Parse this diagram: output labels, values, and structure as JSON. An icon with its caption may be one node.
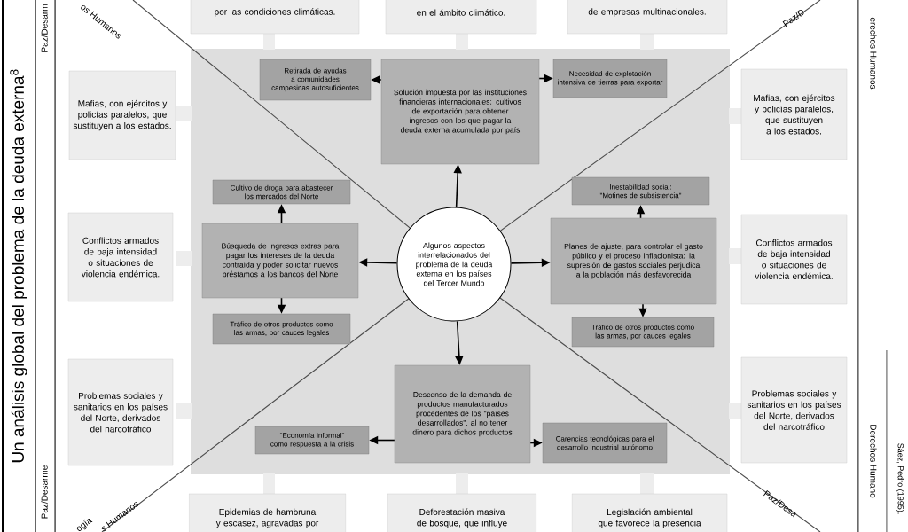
{
  "diagram": {
    "title": "Un análisis global del problema de la deuda externa$^{8}$",
    "nodes": [
      {
        "text": [
          "por las condiciones climáticas."
        ]
      },
      {
        "text": [
          "en el ámbito climático."
        ]
      },
      {
        "text": [
          "de empresas multinacionales."
        ]
      },
      {
        "text": [
          "Mafias, con ejércitos y policías paralelos, que sustituyen a los estados."
        ]
      },
      {
        "text": [
          "Retirada de ayudas a comunidades campesinas autosuficientes"
        ]
      },
      {
        "text": [
          "Solución impuesta por las instituciones financieras internacionales: cultivos de exportación para obtener ingresos con los que pagar la deuda externa acumulada por país"
        ]
      },
      {
        "text": [
          "Necesidad de explotación intensiva de tierras para exportar"
        ]
      },
      {
        "text": [
          "Mafias, con ejércitos y policías paralelos, que sustituyen a los estados."
        ]
      },
      {
        "text": [
          "Cultivo de droga para abastecer los mercados del Norte"
        ]
      },
      {
        "text": [
          "Inestabilidad social: \"Motines de subsistencia\""
        ]
      },
      {
        "text": [
          "Conflictos armados de baja intensidad o situaciones de violencia endémica."
        ]
      },
      {
        "text": [
          "Búsqueda de ingresos extras para pagar los intereses de la deuda contraída y poder solicitar nuevos préstamos a los bancos del Norte"
        ]
      },
      {
        "text": [
          "Algunos aspectos interrelacionados del problema de la deuda externa en los países del Tercer Mundo"
        ]
      },
      {
        "text": [
          "Planes de ajuste, para controlar el gasto público y el proceso inflacionista: la supresión de gastos sociales perjudica a la población más desfavorecida"
        ]
      },
      {
        "text": [
          "Conflictos armados de baja intensidad o situaciones de violencia endémica."
        ]
      },
      {
        "text": [
          "Tráfico de otros productos como las armas, por cauces legales"
        ]
      },
      {
        "text": [
          "Tráfico de otros productos como las armas, por cauces legales"
        ]
      },
      {
        "text": [
          "Problemas sociales y sanitarios en los países del Norte, derivados del narcotráfico"
        ]
      },
      {
        "text": [
          "Descenso de la demanda de productos manufacturados procedentes de los \"países desarrollados\", al no tener dinero para dichos productos"
        ]
      },
      {
        "text": [
          "\"Economía informal\" como respuesta a la crisis"
        ]
      },
      {
        "text": [
          "Carencias tecnológicas para el desarrollo industrial autónomo"
        ]
      },
      {
        "text": [
          "Problemas sociales y sanitarios en los países del Norte, derivados del narcotráfico"
        ]
      },
      {
        "text": [
          "Epidemias de hambruna y escasez, agravadas por"
        ]
      },
      {
        "text": [
          "Deforestación masiva de bosque, que influye"
        ]
      },
      {
        "text": [
          "Legislación ambiental que favorece la presencia"
        ]
      }
    ],
    "edges": [
      {
        "from": 12,
        "to": 5,
        "arrow": "to"
      },
      {
        "from": 5,
        "to": 4,
        "arrow": "to"
      },
      {
        "from": 5,
        "to": 6,
        "arrow": "to"
      },
      {
        "from": 12,
        "to": 11,
        "arrow": "to"
      },
      {
        "from": 11,
        "to": 8,
        "arrow": "to"
      },
      {
        "from": 11,
        "to": 15,
        "arrow": "to"
      },
      {
        "from": 12,
        "to": 13,
        "arrow": "to"
      },
      {
        "from": 13,
        "to": 9,
        "arrow": "to"
      },
      {
        "from": 13,
        "to": 16,
        "arrow": "to"
      },
      {
        "from": 12,
        "to": 18,
        "arrow": "to"
      },
      {
        "from": 18,
        "to": 19,
        "arrow": "to"
      },
      {
        "from": 18,
        "to": 20,
        "arrow": "to"
      }
    ],
    "labels": [
      "Paz/Desarm",
      "Paz/Desarme",
      "erechos Humanos",
      "Derechos Humano",
      "Sáez, Pedro (1995).",
      "os Humanos",
      "Paz/D",
      "ogía",
      "s Humanos",
      "Paz/Desa"
    ]
  }
}
